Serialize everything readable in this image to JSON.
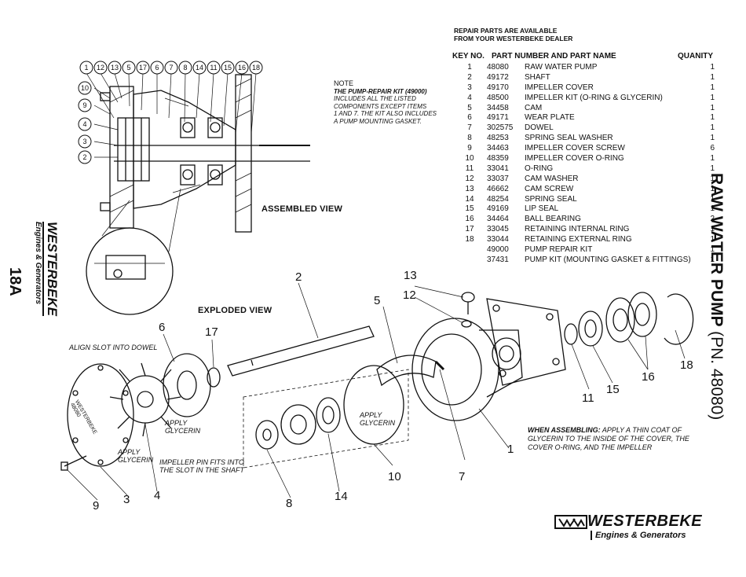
{
  "header": {
    "line1": "REPAIR PARTS ARE AVAILABLE",
    "line2": "FROM YOUR WESTERBEKE DEALER"
  },
  "table": {
    "col_key": "KEY NO.",
    "col_part": "PART NUMBER AND PART NAME",
    "col_qty": "QUANITY",
    "rows": [
      {
        "key": "1",
        "part": "48080",
        "name": "RAW WATER PUMP",
        "qty": "1"
      },
      {
        "key": "2",
        "part": "49172",
        "name": "SHAFT",
        "qty": "1"
      },
      {
        "key": "3",
        "part": "49170",
        "name": "IMPELLER COVER",
        "qty": "1"
      },
      {
        "key": "4",
        "part": "48500",
        "name": "IMPELLER KIT (O-RING & GLYCERIN)",
        "qty": "1"
      },
      {
        "key": "5",
        "part": "34458",
        "name": "CAM",
        "qty": "1"
      },
      {
        "key": "6",
        "part": "49171",
        "name": "WEAR PLATE",
        "qty": "1"
      },
      {
        "key": "7",
        "part": "302575",
        "name": "DOWEL",
        "qty": "1"
      },
      {
        "key": "8",
        "part": "48253",
        "name": "SPRING SEAL WASHER",
        "qty": "1"
      },
      {
        "key": "9",
        "part": "34463",
        "name": "IMPELLER COVER SCREW",
        "qty": "6"
      },
      {
        "key": "10",
        "part": "48359",
        "name": "IMPELLER COVER O-RING",
        "qty": "1"
      },
      {
        "key": "11",
        "part": "33041",
        "name": "O-RING",
        "qty": "1"
      },
      {
        "key": "12",
        "part": "33037",
        "name": "CAM WASHER",
        "qty": "1"
      },
      {
        "key": "13",
        "part": "46662",
        "name": "CAM SCREW",
        "qty": "1"
      },
      {
        "key": "14",
        "part": "48254",
        "name": "SPRING SEAL",
        "qty": "1"
      },
      {
        "key": "15",
        "part": "49169",
        "name": "LIP SEAL",
        "qty": "1"
      },
      {
        "key": "16",
        "part": "34464",
        "name": "BALL BEARING",
        "qty": "2"
      },
      {
        "key": "17",
        "part": "33045",
        "name": "RETAINING INTERNAL RING",
        "qty": "1"
      },
      {
        "key": "18",
        "part": "33044",
        "name": "RETAINING EXTERNAL RING",
        "qty": "1"
      },
      {
        "key": "",
        "part": "49000",
        "name": "PUMP REPAIR KIT",
        "qty": "1"
      },
      {
        "key": "",
        "part": "37431",
        "name": "PUMP KIT (MOUNTING GASKET & FITTINGS)",
        "qty": "1"
      }
    ]
  },
  "note": {
    "title": "NOTE",
    "kit": "THE PUMP-REPAIR KIT (49000)",
    "line2": "INCLUDES ALL THE LISTED",
    "line3": "COMPONENTS EXCEPT ITEMS",
    "line4": "1 AND 7. THE KIT ALSO INCLUDES",
    "line5": "A PUMP MOUNTING GASKET."
  },
  "views": {
    "assembled": "ASSEMBLED VIEW",
    "exploded": "EXPLODED VIEW"
  },
  "side_title": {
    "main": "RAW WATER PUMP",
    "pn": "(PN. 48080)"
  },
  "left_logo": {
    "brand": "WESTERBEKE",
    "sub": "Engines & Generators",
    "page": "18A"
  },
  "callouts": {
    "align": "ALIGN SLOT INTO DOWEL",
    "glycerin1_a": "APPLY",
    "glycerin1_b": "GLYCERIN",
    "glycerin2_a": "APPLY",
    "glycerin2_b": "GLYCERIN",
    "glycerin3_a": "APPLY",
    "glycerin3_b": "GLYCERIN",
    "pin_a": "IMPELLER PIN FITS INTO",
    "pin_b": "THE SLOT IN THE SHAFT",
    "cover_a": "WESTERBEKE",
    "cover_b": "48080"
  },
  "assembling": {
    "lead": "WHEN ASSEMBLING:",
    "text1": "APPLY A THIN COAT OF",
    "text2": "GLYCERIN TO THE INSIDE OF THE COVER, THE",
    "text3": "COVER O-RING, AND THE IMPELLER"
  },
  "circle_keys": [
    "1",
    "12",
    "13",
    "5",
    "17",
    "6",
    "7",
    "8",
    "14",
    "11",
    "15",
    "16",
    "18"
  ],
  "left_circle_keys": [
    "10",
    "9",
    "4",
    "3",
    "2"
  ],
  "exploded_numbers": {
    "n1": "1",
    "n2": "2",
    "n3": "3",
    "n4": "4",
    "n5": "5",
    "n6": "6",
    "n7": "7",
    "n8": "8",
    "n9": "9",
    "n10": "10",
    "n11": "11",
    "n12": "12",
    "n13": "13",
    "n14": "14",
    "n15": "15",
    "n16": "16",
    "n17": "17",
    "n18": "18"
  },
  "footer_logo": {
    "brand": "WESTERBEKE",
    "sub": "Engines & Generators"
  }
}
